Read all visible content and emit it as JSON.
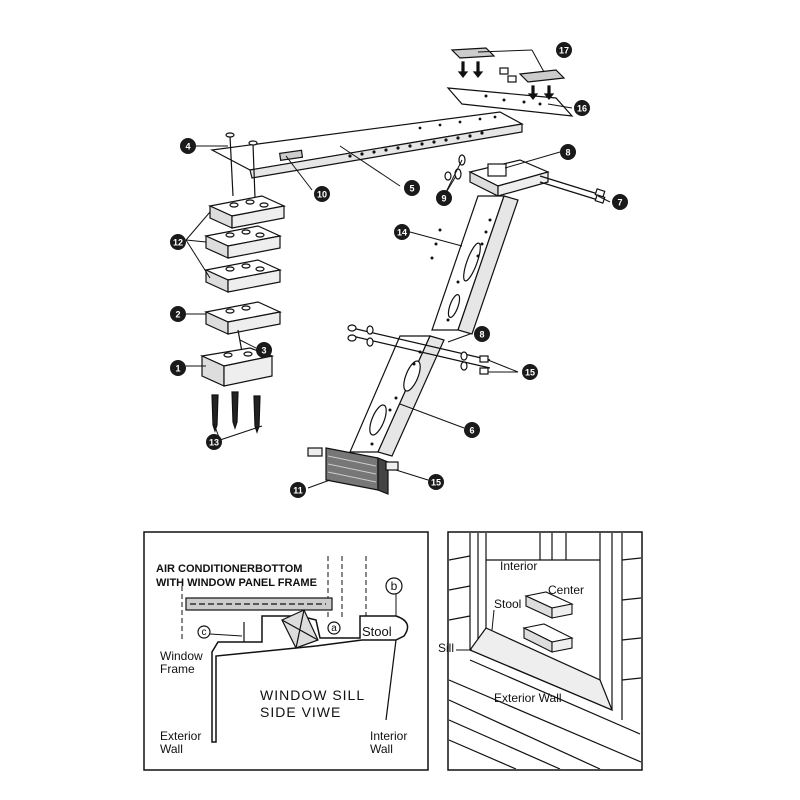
{
  "callouts": {
    "c1": "1",
    "c2": "2",
    "c3": "3",
    "c4": "4",
    "c5": "5",
    "c6": "6",
    "c7": "7",
    "c8a": "8",
    "c8b": "8",
    "c9": "9",
    "c10": "10",
    "c11": "11",
    "c12": "12",
    "c13": "13",
    "c14": "14",
    "c15a": "15",
    "c15b": "15",
    "c16": "16",
    "c17": "17"
  },
  "side_view": {
    "heading_line1": "AIR CONDITIONERBOTTOM",
    "heading_line2": "WITH WINDOW PANEL FRAME",
    "marker_a": "a",
    "marker_b": "b",
    "marker_c": "c",
    "stool": "Stool",
    "window_frame_line1": "Window",
    "window_frame_line2": "Frame",
    "title_line1": "WINDOW SILL",
    "title_line2": "SIDE VIWE",
    "exterior_line1": "Exterior",
    "exterior_line2": "Wall",
    "interior_line1": "Interior",
    "interior_line2": "Wall"
  },
  "perspective_view": {
    "interior": "Interior",
    "center": "Center",
    "stool": "Stool",
    "sill": "Sill",
    "exterior_wall": "Exterior Wall"
  },
  "colors": {
    "ink": "#111111",
    "callout": "#1a1a1a",
    "paper": "#ffffff",
    "shade": "#d9d9d9"
  }
}
